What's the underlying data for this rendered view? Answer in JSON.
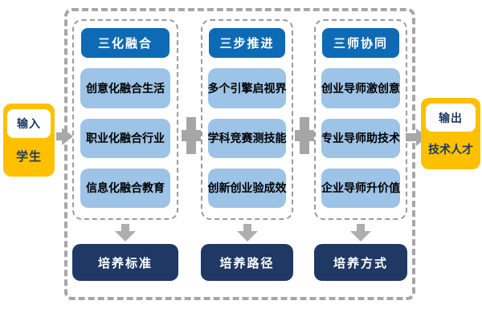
{
  "input_box": {
    "tag": "输入",
    "label": "学生"
  },
  "output_box": {
    "tag": "输出",
    "label": "技术人才"
  },
  "columns": [
    {
      "header": "三化融合",
      "items": [
        "创意化融合生活",
        "职业化融合行业",
        "信息化融合教育"
      ],
      "result": "培养标准"
    },
    {
      "header": "三步推进",
      "items": [
        "多个引擎启视界",
        "学科竞赛测技能",
        "创新创业验成效"
      ],
      "result": "培养路径"
    },
    {
      "header": "三师协同",
      "items": [
        "创业导师激创意",
        "专业导师助技术",
        "企业导师升价值"
      ],
      "result": "培养方式"
    }
  ],
  "icons": {
    "plus_connector": "plus",
    "input_arrow": "right-arrow",
    "output_arrow": "right-arrow",
    "column_arrow": "down-arrow"
  },
  "colors": {
    "header_blue": "#0e6ab5",
    "item_light_blue": "#9dc3e6",
    "result_navy": "#1f3864",
    "io_yellow": "#ffc000",
    "connector_gray": "#a6a6a6",
    "boundary_gray": "#a6a6a6",
    "item_text": "#000000",
    "io_text": "#1f3864"
  }
}
